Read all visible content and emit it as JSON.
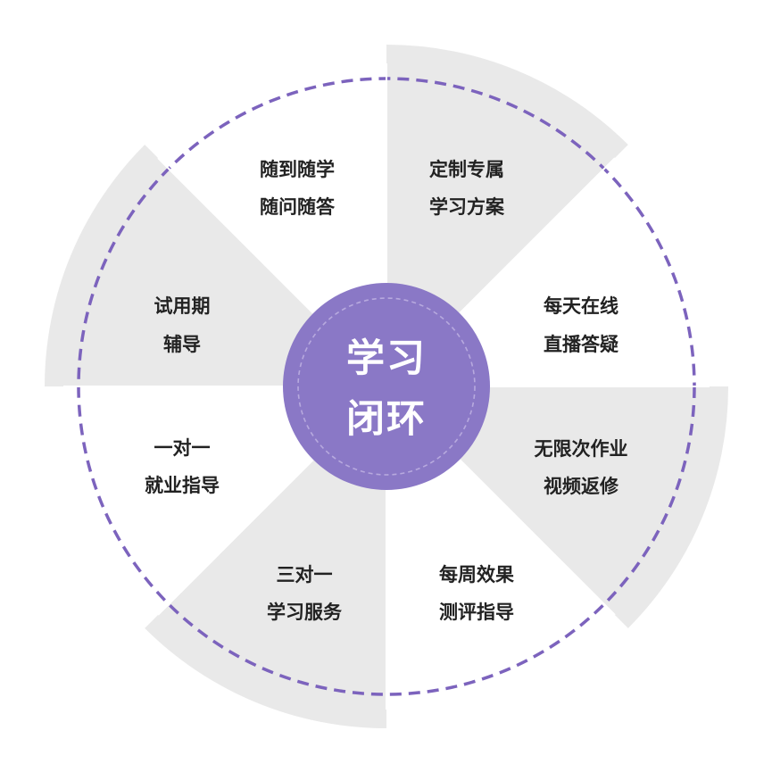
{
  "center": {
    "line1": "学习",
    "line2": "闭环"
  },
  "colors": {
    "purple": "#7c63bd",
    "center_fill": "#8a78c6",
    "grey": "#e9e9e9",
    "text": "#222222"
  },
  "segments": [
    {
      "line1": "定制专属",
      "line2": "学习方案",
      "shaded": true
    },
    {
      "line1": "每天在线",
      "line2": "直播答疑",
      "shaded": false
    },
    {
      "line1": "无限次作业",
      "line2": "视频返修",
      "shaded": true
    },
    {
      "line1": "每周效果",
      "line2": "测评指导",
      "shaded": false
    },
    {
      "line1": "三对一",
      "line2": "学习服务",
      "shaded": true
    },
    {
      "line1": "一对一",
      "line2": "就业指导",
      "shaded": false
    },
    {
      "line1": "试用期",
      "line2": "辅导",
      "shaded": true
    },
    {
      "line1": "随到随学",
      "line2": "随问随答",
      "shaded": false
    }
  ]
}
